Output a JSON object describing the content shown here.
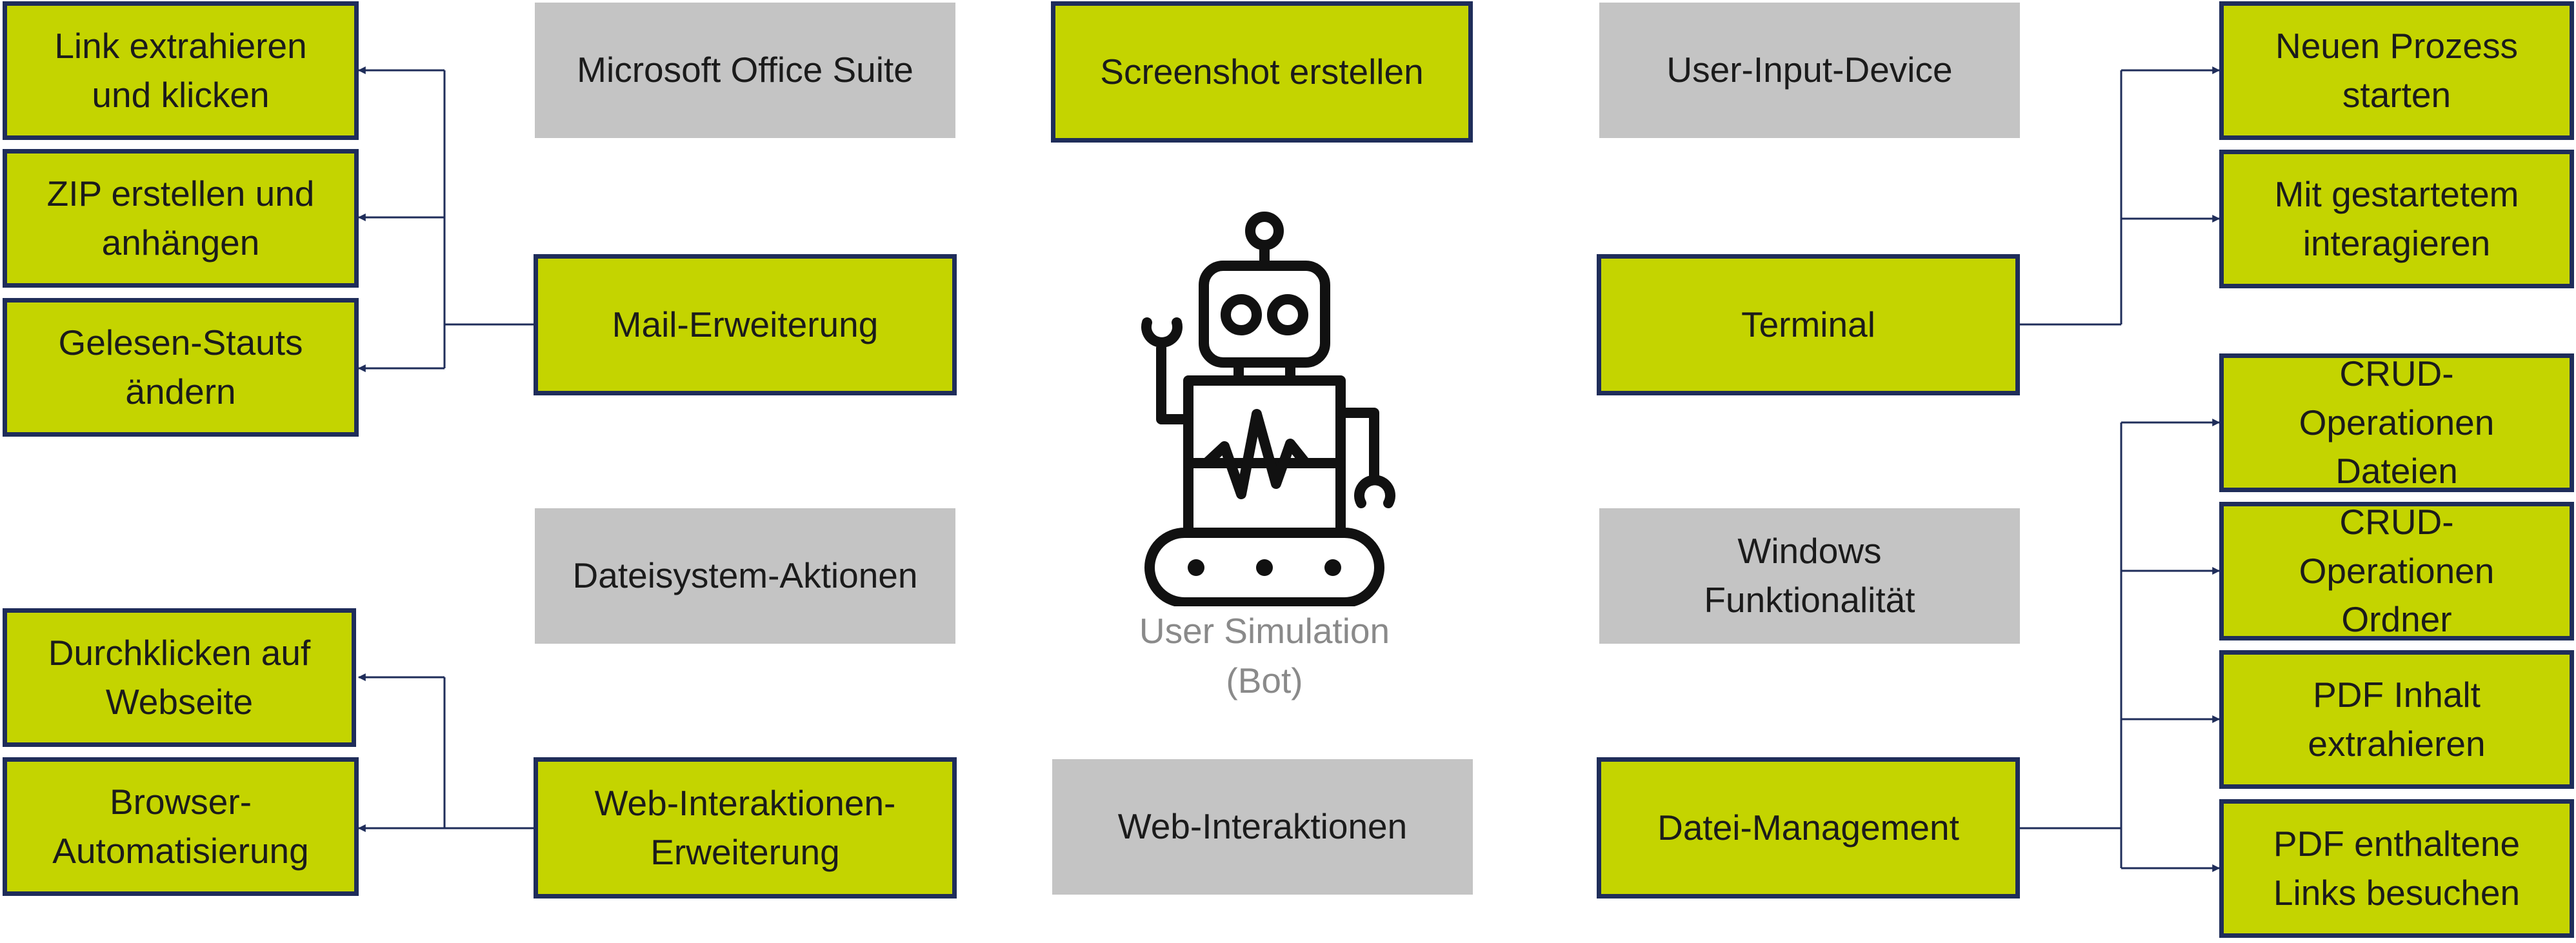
{
  "center": {
    "label_line1": "User Simulation",
    "label_line2": "(Bot)"
  },
  "modules": {
    "microsoft_office": "Microsoft Office Suite",
    "screenshot": "Screenshot erstellen",
    "user_input": "User-Input-Device",
    "mail_extension": "Mail-Erweiterung",
    "terminal": "Terminal",
    "filesystem": "Dateisystem-Aktionen",
    "windows_line1": "Windows",
    "windows_line2": "Funktionalität",
    "web_ext_line1": "Web-Interaktionen-",
    "web_ext_line2": "Erweiterung",
    "web_interactions": "Web-Interaktionen",
    "file_management": "Datei-Management"
  },
  "mail_children": [
    {
      "line1": "Link extrahieren",
      "line2": "und klicken"
    },
    {
      "line1": "ZIP erstellen und",
      "line2": "anhängen"
    },
    {
      "line1": "Gelesen-Stauts",
      "line2": "ändern"
    }
  ],
  "web_children": [
    {
      "line1": "Durchklicken auf",
      "line2": "Webseite"
    },
    {
      "line1": "Browser-",
      "line2": "Automatisierung"
    }
  ],
  "terminal_children": [
    {
      "line1": "Neuen Prozess",
      "line2": "starten"
    },
    {
      "line1": "Mit gestartetem",
      "line2": "interagieren"
    }
  ],
  "file_children": [
    {
      "line1": "CRUD-",
      "line2": "Operationen",
      "line3": "Dateien"
    },
    {
      "line1": "CRUD-",
      "line2": "Operationen",
      "line3": "Ordner"
    },
    {
      "line1": "PDF Inhalt",
      "line2": "extrahieren"
    },
    {
      "line1": "PDF enthaltene",
      "line2": "Links besuchen"
    }
  ],
  "colors": {
    "green": "#c4d400",
    "grey": "#c4c4c4",
    "navy": "#1f2d5a",
    "robot": "#111111"
  }
}
